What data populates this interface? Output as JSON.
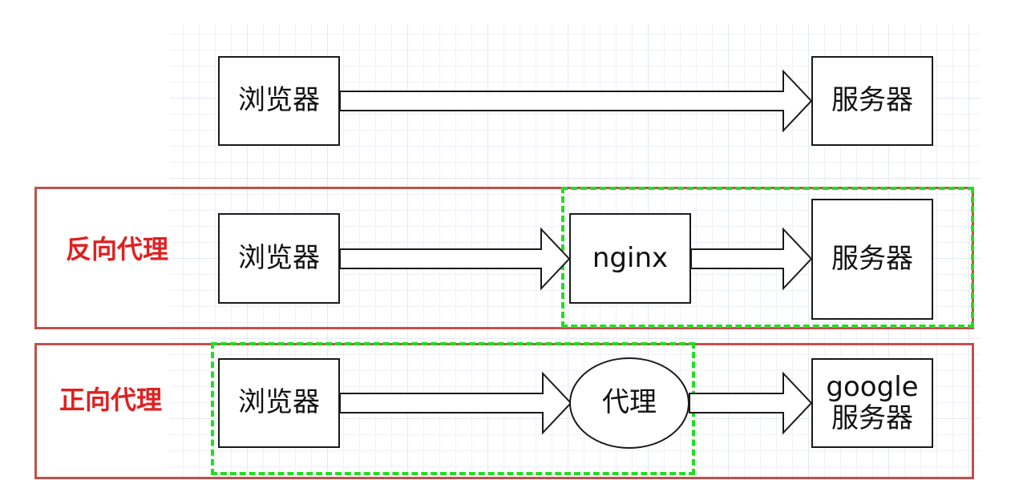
{
  "direct": {
    "browser": "浏览器",
    "server": "服务器"
  },
  "reverse_proxy": {
    "title": "反向代理",
    "browser": "浏览器",
    "proxy": "nginx",
    "server": "服务器"
  },
  "forward_proxy": {
    "title": "正向代理",
    "browser": "浏览器",
    "proxy": "代理",
    "server_line1": "google",
    "server_line2": "服务器"
  },
  "colors": {
    "frame_border": "#c0504d",
    "dashed_group": "#22dd22",
    "title_text": "#e02020",
    "node_border": "#1a1a1a"
  },
  "icons": [
    "arrow-right-icon"
  ]
}
